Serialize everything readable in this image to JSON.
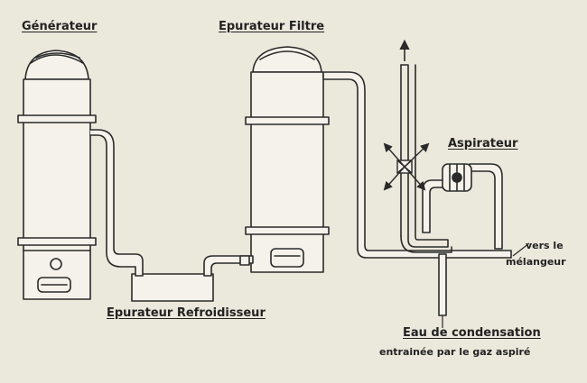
{
  "labels": {
    "generateur": "Générateur",
    "epurateur_filtre": "Epurateur Filtre",
    "aspirateur": "Aspirateur",
    "vers_le": "vers le",
    "melangeur": "mélangeur",
    "epurateur_refroidisseur": "Epurateur Refroidisseur",
    "eau_condensation": "Eau de condensation",
    "entrainee": "entrainée par le gaz aspiré"
  },
  "colors": {
    "paper": "#ebe8dc",
    "ink": "#2a2a2a",
    "metal": "#f4f2ea"
  }
}
